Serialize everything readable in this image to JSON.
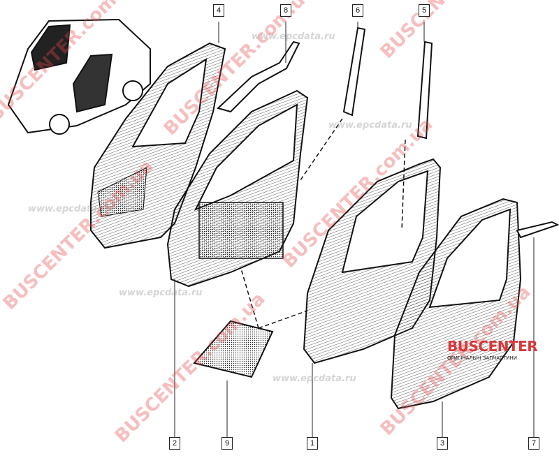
{
  "diagram": {
    "title": "Front door assembly parts diagram",
    "callouts": [
      {
        "id": "callout-4",
        "label": "4"
      },
      {
        "id": "callout-8",
        "label": "8"
      },
      {
        "id": "callout-6",
        "label": "6"
      },
      {
        "id": "callout-5",
        "label": "5"
      },
      {
        "id": "callout-2",
        "label": "2"
      },
      {
        "id": "callout-9",
        "label": "9"
      },
      {
        "id": "callout-1",
        "label": "1"
      },
      {
        "id": "callout-3",
        "label": "3"
      },
      {
        "id": "callout-7",
        "label": "7"
      }
    ]
  },
  "watermarks": {
    "red": "BUSCENTER.com.ua",
    "grey": "www.epcdata.ru"
  },
  "logo": {
    "title": "BUSCENTER",
    "subtitle": "ОРИГІНАЛЬНІ ЗАПЧАСТИНИ"
  }
}
